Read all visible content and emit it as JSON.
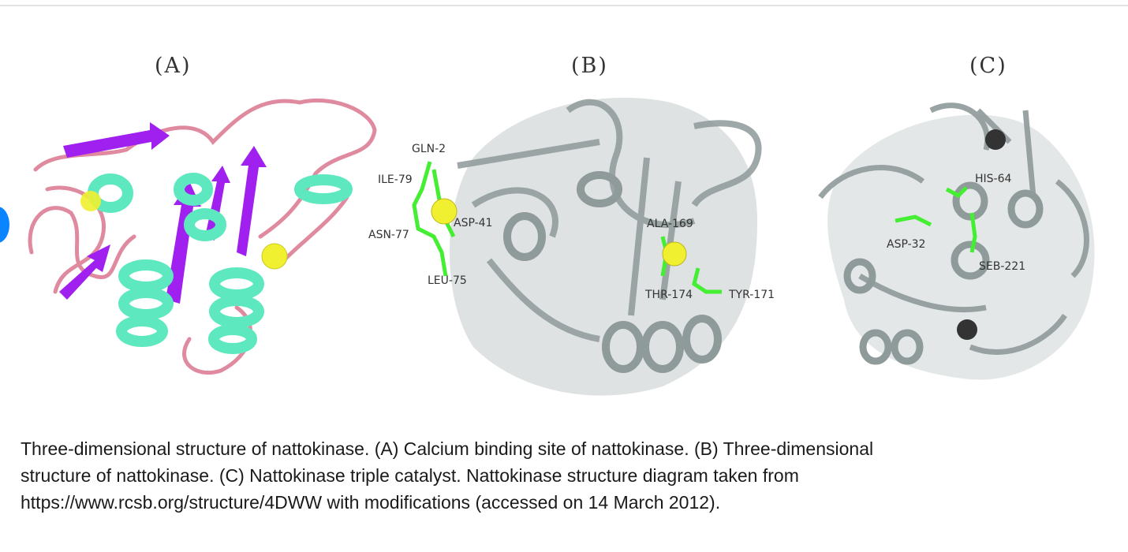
{
  "figure": {
    "panels": [
      {
        "label": "(A)",
        "residues": []
      },
      {
        "label": "(B)",
        "residues": [
          "GLN-2",
          "ILE-79",
          "ASP-41",
          "ASN-77",
          "LEU-75",
          "ALA-169",
          "THR-174",
          "TYR-171"
        ]
      },
      {
        "label": "(C)",
        "residues": [
          "HIS-64",
          "ASP-32",
          "SEB-221"
        ]
      }
    ],
    "colors": {
      "helix": "#5ee8c0",
      "strand": "#a020f0",
      "loop": "#e08aa0",
      "calcium": "#f0f030",
      "gray": "#9aa5a5",
      "ligand": "#44ee33"
    }
  },
  "caption": {
    "lines": [
      "Three-dimensional structure of nattokinase. (A) Calcium binding site of nattokinase. (B) Three-dimensional",
      "structure of nattokinase. (C) Nattokinase triple catalyst. Nattokinase structure diagram taken from",
      "https://www.rcsb.org/structure/4DWW with modifications (accessed on 14 March 2012)."
    ]
  }
}
